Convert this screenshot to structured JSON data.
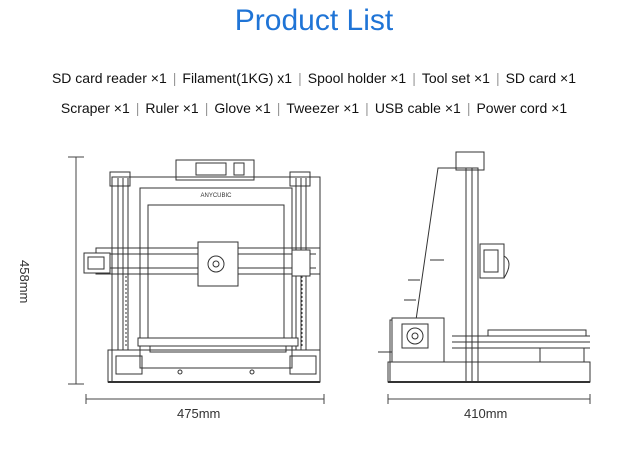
{
  "title": "Product List",
  "items_line1": [
    "SD card reader ×1",
    "Filament(1KG) x1",
    "Spool holder ×1",
    "Tool set ×1",
    "SD card ×1"
  ],
  "items_line2": [
    "Scraper ×1",
    "Ruler ×1",
    "Glove ×1",
    "Tweezer ×1",
    "USB cable ×1",
    "Power cord ×1"
  ],
  "brand_label": "ANYCUBIC",
  "dimensions": {
    "height": "458mm",
    "front_width": "475mm",
    "side_depth": "410mm"
  }
}
